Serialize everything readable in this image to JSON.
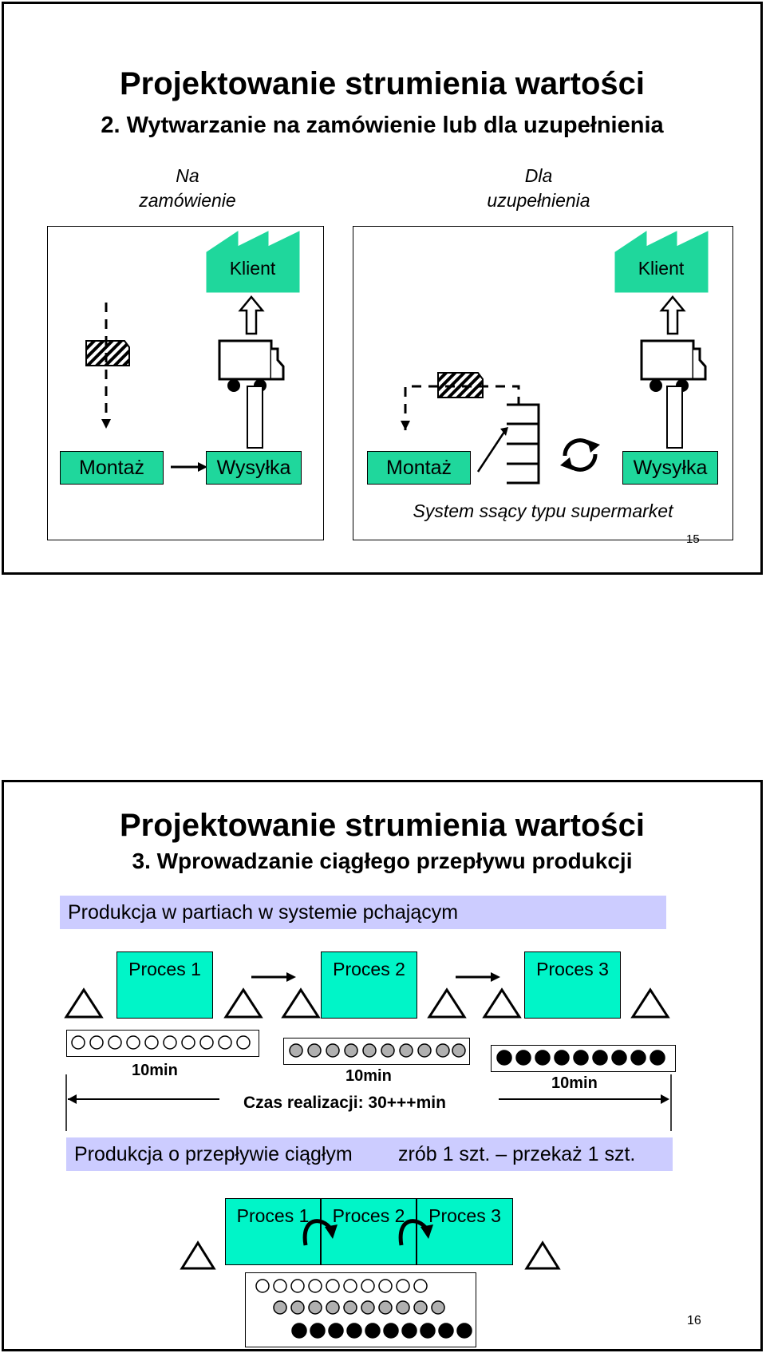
{
  "slide1": {
    "title": "Projektowanie strumienia wartości",
    "subtitle": "2. Wytwarzanie na zamówienie lub dla uzupełnienia",
    "left_heading": [
      "Na",
      "zamówienie"
    ],
    "right_heading": [
      "Dla",
      "uzupełnienia"
    ],
    "client_left": "Klient",
    "client_right": "Klient",
    "assembly_left": "Montaż",
    "shipping_left": "Wysyłka",
    "assembly_right": "Montaż",
    "shipping_right": "Wysyłka",
    "caption": "System ssący typu supermarket",
    "page_number": "15",
    "colors": {
      "factory": "#1fd79c",
      "label": "#1fd79c"
    }
  },
  "slide2": {
    "title": "Projektowanie strumienia wartości",
    "subtitle": "3. Wprowadzanie ciągłego przepływu produkcji",
    "batch_bar": "Produkcja w partiach w systemie pchającym",
    "process1": "Proces 1",
    "process2": "Proces 2",
    "process3": "Proces 3",
    "time1": "10min",
    "time2": "10min",
    "time3": "10min",
    "lead_time": "Czas realizacji: 30+++min",
    "flow_bar_left": "Produkcja o przepływie ciągłym",
    "flow_bar_right": "zrób 1 szt. – przekaż 1 szt.",
    "flow_process1": "Proces 1",
    "flow_process2": "Proces 2",
    "flow_process3": "Proces 3",
    "page_number": "16",
    "colors": {
      "process": "#00f5c8",
      "bar": "#ccccff",
      "grey_part": "#b0b0b0"
    }
  }
}
